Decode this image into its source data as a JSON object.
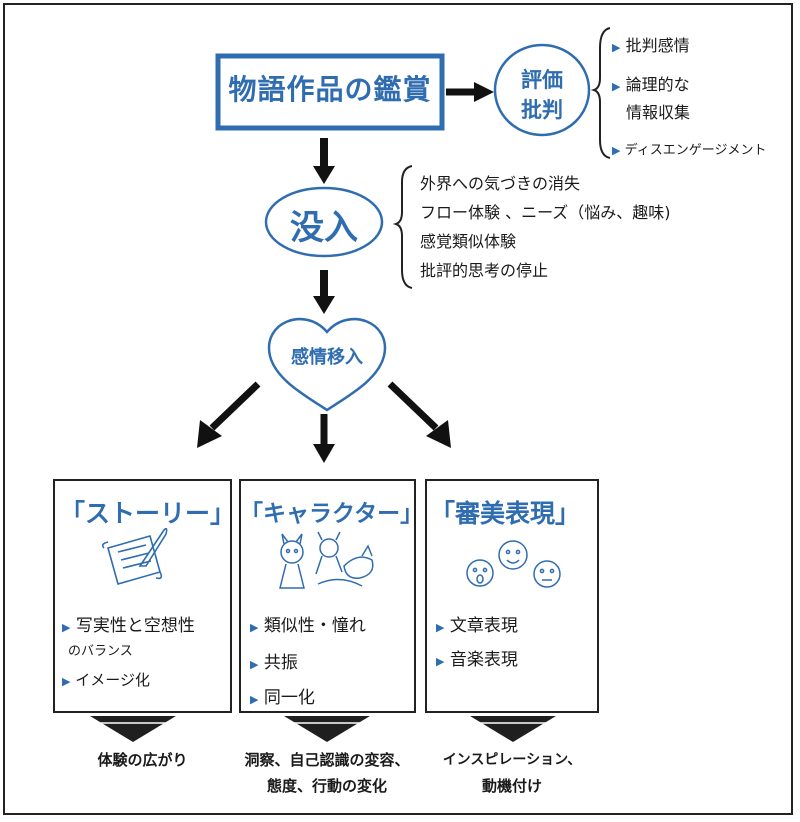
{
  "root": {
    "label": "物語作品の鑑賞"
  },
  "evaluation": {
    "line1": "評価",
    "line2": "批判",
    "items": [
      "批判感情",
      "論理的な",
      "情報収集",
      "ディスエンゲージメント"
    ]
  },
  "immersion": {
    "label": "没入",
    "items": [
      "外界への気づきの消失",
      "フロー体験 、ニーズ（悩み、趣味)",
      "感覚類似体験",
      "批評的思考の停止"
    ]
  },
  "empathy": {
    "label": "感情移入"
  },
  "story": {
    "title": "「ストーリー」",
    "item1a": "写実性と空想性",
    "item1b": "のバランス",
    "item2": "イメージ化",
    "result": "体験の広がり"
  },
  "character": {
    "title": "「キャラクター」",
    "item1": "類似性・憧れ",
    "item2": "共振",
    "item3": "同一化",
    "result1": "洞察、自己認識の変容、",
    "result2": "態度、行動の変化"
  },
  "aesthetic": {
    "title": "「審美表現」",
    "item1": "文章表現",
    "item2": "音楽表現",
    "result1": "インスピレーション、",
    "result2": "動機付け"
  },
  "colors": {
    "accent": "#2f6db0",
    "ink": "#1a1a1a",
    "result_arrow": "#1f1f1f"
  },
  "icons": [
    "scroll-quill-icon",
    "characters-doodle-icon",
    "faces-doodle-icon"
  ]
}
